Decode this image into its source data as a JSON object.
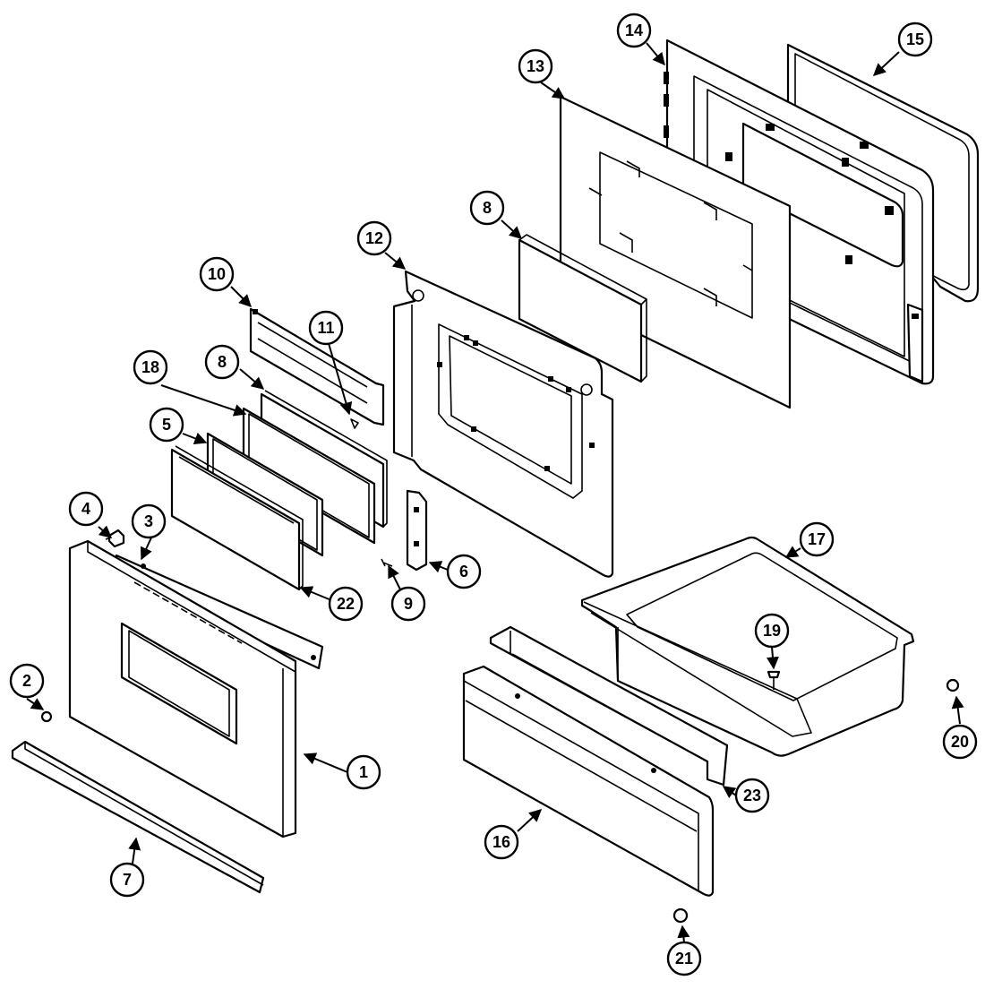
{
  "diagram": {
    "callouts": [
      {
        "id": "c1",
        "label": "1"
      },
      {
        "id": "c2",
        "label": "2"
      },
      {
        "id": "c3",
        "label": "3"
      },
      {
        "id": "c4",
        "label": "4"
      },
      {
        "id": "c5",
        "label": "5"
      },
      {
        "id": "c6",
        "label": "6"
      },
      {
        "id": "c7",
        "label": "7"
      },
      {
        "id": "c8a",
        "label": "8"
      },
      {
        "id": "c8b",
        "label": "8"
      },
      {
        "id": "c9",
        "label": "9"
      },
      {
        "id": "c10",
        "label": "10"
      },
      {
        "id": "c11",
        "label": "11"
      },
      {
        "id": "c12",
        "label": "12"
      },
      {
        "id": "c13",
        "label": "13"
      },
      {
        "id": "c14",
        "label": "14"
      },
      {
        "id": "c15",
        "label": "15"
      },
      {
        "id": "c16",
        "label": "16"
      },
      {
        "id": "c17",
        "label": "17"
      },
      {
        "id": "c18",
        "label": "18"
      },
      {
        "id": "c19",
        "label": "19"
      },
      {
        "id": "c20",
        "label": "20"
      },
      {
        "id": "c21",
        "label": "21"
      },
      {
        "id": "c22",
        "label": "22"
      },
      {
        "id": "c23",
        "label": "23"
      }
    ]
  }
}
